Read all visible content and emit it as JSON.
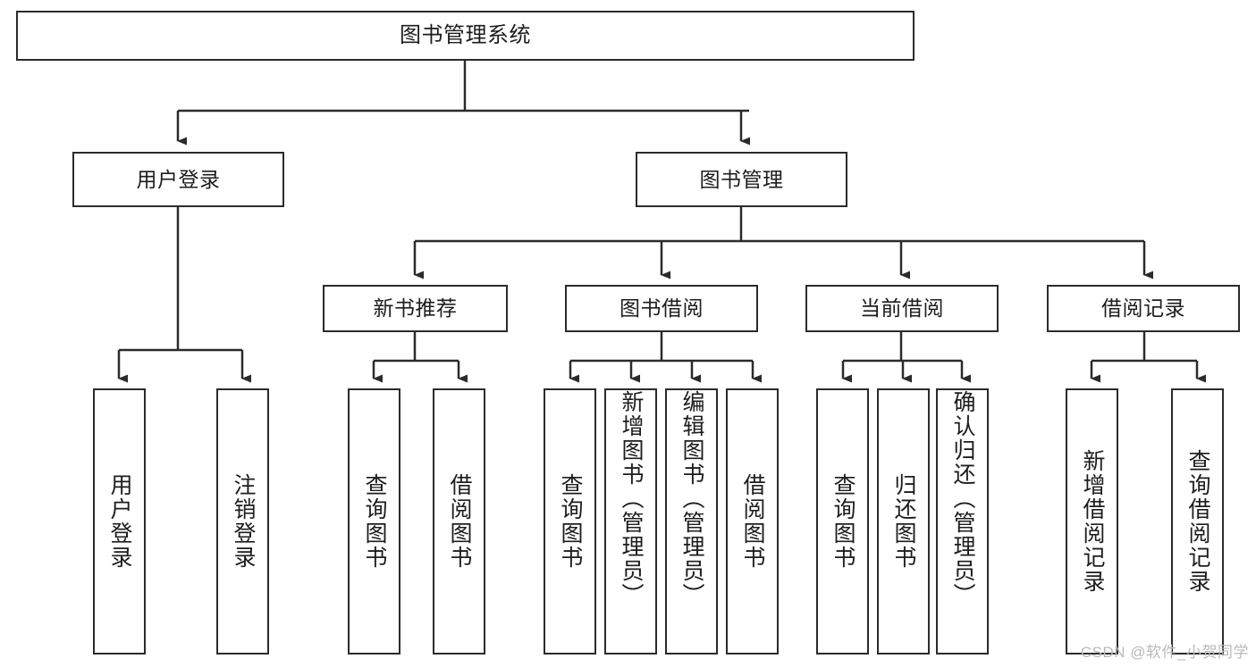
{
  "diagram": {
    "title_node": {
      "label": "图书管理系统"
    },
    "level2": [
      {
        "id": "user-login",
        "label": "用户登录"
      },
      {
        "id": "book-manage",
        "label": "图书管理"
      }
    ],
    "level3": [
      {
        "id": "new-book-recommend",
        "label": "新书推荐"
      },
      {
        "id": "book-borrow",
        "label": "图书借阅"
      },
      {
        "id": "current-borrow",
        "label": "当前借阅"
      },
      {
        "id": "borrow-record",
        "label": "借阅记录"
      }
    ],
    "leaves": [
      {
        "id": "leaf-user-login",
        "label": "用户登录",
        "group": "user-login"
      },
      {
        "id": "leaf-logout",
        "label": "注销登录",
        "group": "user-login"
      },
      {
        "id": "leaf-query-book-1",
        "label": "查询图书",
        "group": "new-book-recommend"
      },
      {
        "id": "leaf-borrow-book-1",
        "label": "借阅图书",
        "group": "new-book-recommend"
      },
      {
        "id": "leaf-query-book-2",
        "label": "查询图书",
        "group": "book-borrow"
      },
      {
        "id": "leaf-add-book",
        "label": "新增图书（管理员）",
        "group": "book-borrow"
      },
      {
        "id": "leaf-edit-book",
        "label": "编辑图书（管理员）",
        "group": "book-borrow"
      },
      {
        "id": "leaf-borrow-book-2",
        "label": "借阅图书",
        "group": "book-borrow"
      },
      {
        "id": "leaf-query-book-3",
        "label": "查询图书",
        "group": "current-borrow"
      },
      {
        "id": "leaf-return-book",
        "label": "归还图书",
        "group": "current-borrow"
      },
      {
        "id": "leaf-confirm-return",
        "label": "确认归还（管理员）",
        "group": "current-borrow"
      },
      {
        "id": "leaf-add-record",
        "label": "新增借阅记录",
        "group": "borrow-record"
      },
      {
        "id": "leaf-query-record",
        "label": "查询借阅记录",
        "group": "borrow-record"
      }
    ],
    "watermark": "CSDN @软件_小贺同学",
    "colors": {
      "stroke": "#2b2b2b",
      "fill": "#ffffff",
      "text": "#1d1d1d",
      "watermark": "#b9b9b9"
    }
  }
}
